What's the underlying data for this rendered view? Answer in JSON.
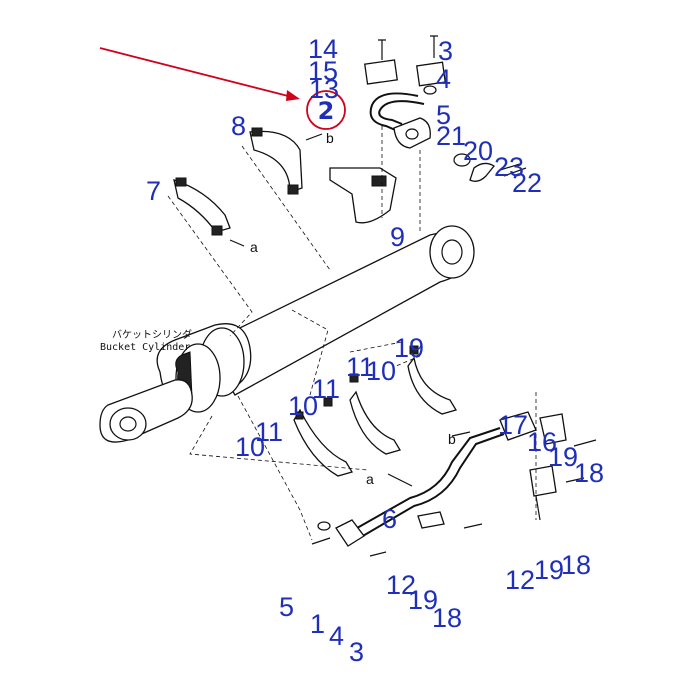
{
  "caption": {
    "jp": "バケットシリンダ",
    "en": "Bucket Cylinder"
  },
  "refs": {
    "a": "a",
    "b": "b"
  },
  "highlight": {
    "number": "2",
    "ring_color": "#d0021b",
    "arrow_color": "#d0021b"
  },
  "label_color": "#1f2fb8",
  "labels": {
    "n14": "14",
    "n15": "15",
    "n13": "13",
    "n3_top": "3",
    "n4_top": "4",
    "n5_top": "5",
    "n21": "21",
    "n20": "20",
    "n23": "23",
    "n22": "22",
    "n8": "8",
    "n7": "7",
    "n9": "9",
    "n19_mid": "19",
    "n11_a": "11",
    "n10_a": "10",
    "n11_b": "11",
    "n10_b": "10",
    "n11_c": "11",
    "n10_c": "10",
    "n17": "17",
    "n16": "16",
    "n19_r": "19",
    "n18_r": "18",
    "n6": "6",
    "n12_c": "12",
    "n19_c": "19",
    "n18_c": "18",
    "n12_r": "12",
    "n19_rb": "19",
    "n18_rb": "18",
    "n5_bot": "5",
    "n1_bot": "1",
    "n4_bot": "4",
    "n3_bot": "3"
  }
}
